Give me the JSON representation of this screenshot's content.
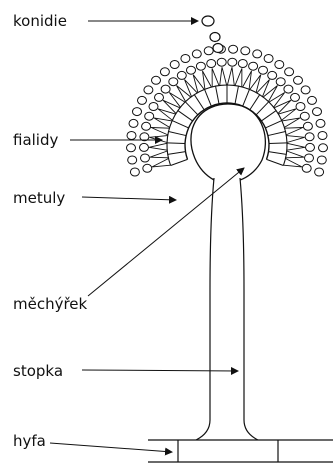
{
  "labels": {
    "konidie": "konidie",
    "fialidy": "fialidy",
    "metuly": "metuly",
    "mechyrek": "měchýřek",
    "stopka": "stopka",
    "hyfa": "hyfa"
  },
  "colors": {
    "line": "#111111",
    "background": "#ffffff"
  }
}
